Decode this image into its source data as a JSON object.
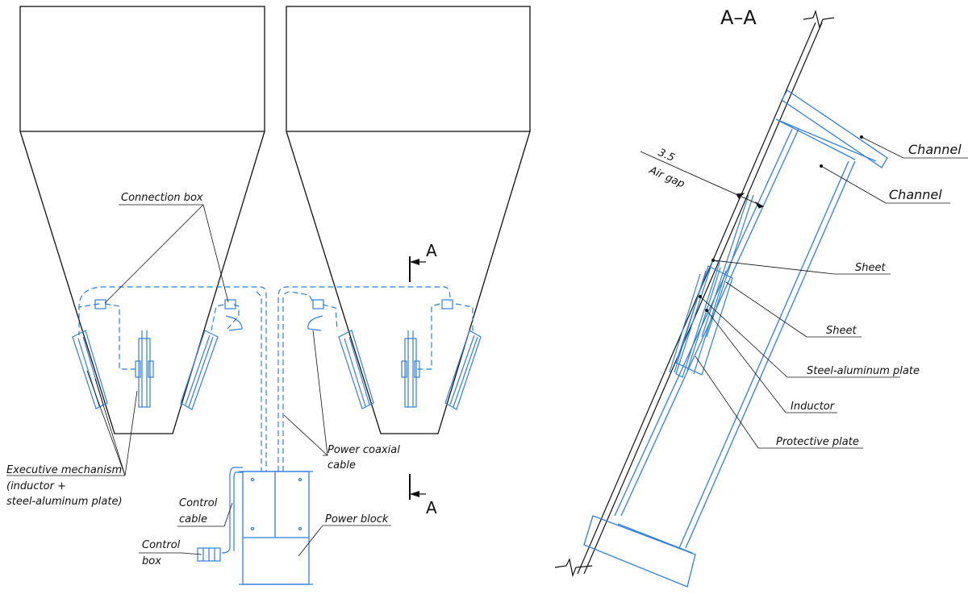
{
  "labels": {
    "connection_box": "Connection box",
    "executive_mechanism_l1": "Executive mechanism",
    "executive_mechanism_l2": "(inductor +",
    "executive_mechanism_l3": "steel-aluminum plate)",
    "control_cable_l1": "Control",
    "control_cable_l2": "cable",
    "control_box_l1": "Control",
    "control_box_l2": "box",
    "power_coaxial_l1": "Power coaxial",
    "power_coaxial_l2": "cable",
    "power_block": "Power block",
    "section_mark_top": "A",
    "section_mark_bottom": "A"
  },
  "section": {
    "title": "A–A",
    "channel_1": "Channel",
    "channel_2": "Channel",
    "sheet_1": "Sheet",
    "sheet_2": "Sheet",
    "steel_aluminum_plate": "Steel-aluminum plate",
    "inductor": "Inductor",
    "protective_plate": "Protective plate",
    "dimension_value": "3.5",
    "dimension_label": "Air gap"
  },
  "colors": {
    "outline": "#111111",
    "equipment": "#2f7fe0"
  }
}
